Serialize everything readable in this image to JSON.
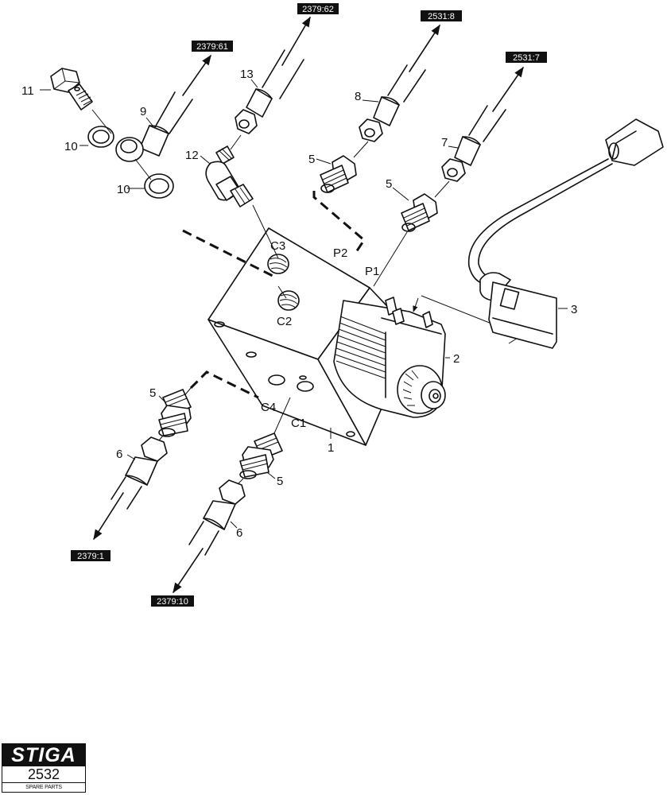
{
  "diagram": {
    "type": "exploded-parts-view",
    "subject": "hydraulic valve block assembly"
  },
  "part_labels": {
    "p1": "1",
    "p2": "2",
    "p3": "3",
    "p5a": "5",
    "p5b": "5",
    "p5c": "5",
    "p5d": "5",
    "p6a": "6",
    "p6b": "6",
    "p7": "7",
    "p8": "8",
    "p9": "9",
    "p10a": "10",
    "p10b": "10",
    "p11": "11",
    "p12": "12",
    "p13": "13"
  },
  "port_labels": {
    "c1": "C1",
    "c2": "C2",
    "c3": "C3",
    "c4": "C4",
    "p1": "P1",
    "p2": "P2"
  },
  "references": {
    "r1": "2379:62",
    "r2": "2379:61",
    "r3": "2531:8",
    "r4": "2531:7",
    "r5": "2379:1",
    "r6": "2379:10"
  },
  "footer": {
    "brand": "STIGA",
    "page_number": "2532",
    "subtitle": "SPARE PARTS"
  },
  "colors": {
    "line": "#111111",
    "background": "#ffffff",
    "reference_box": "#111111"
  }
}
